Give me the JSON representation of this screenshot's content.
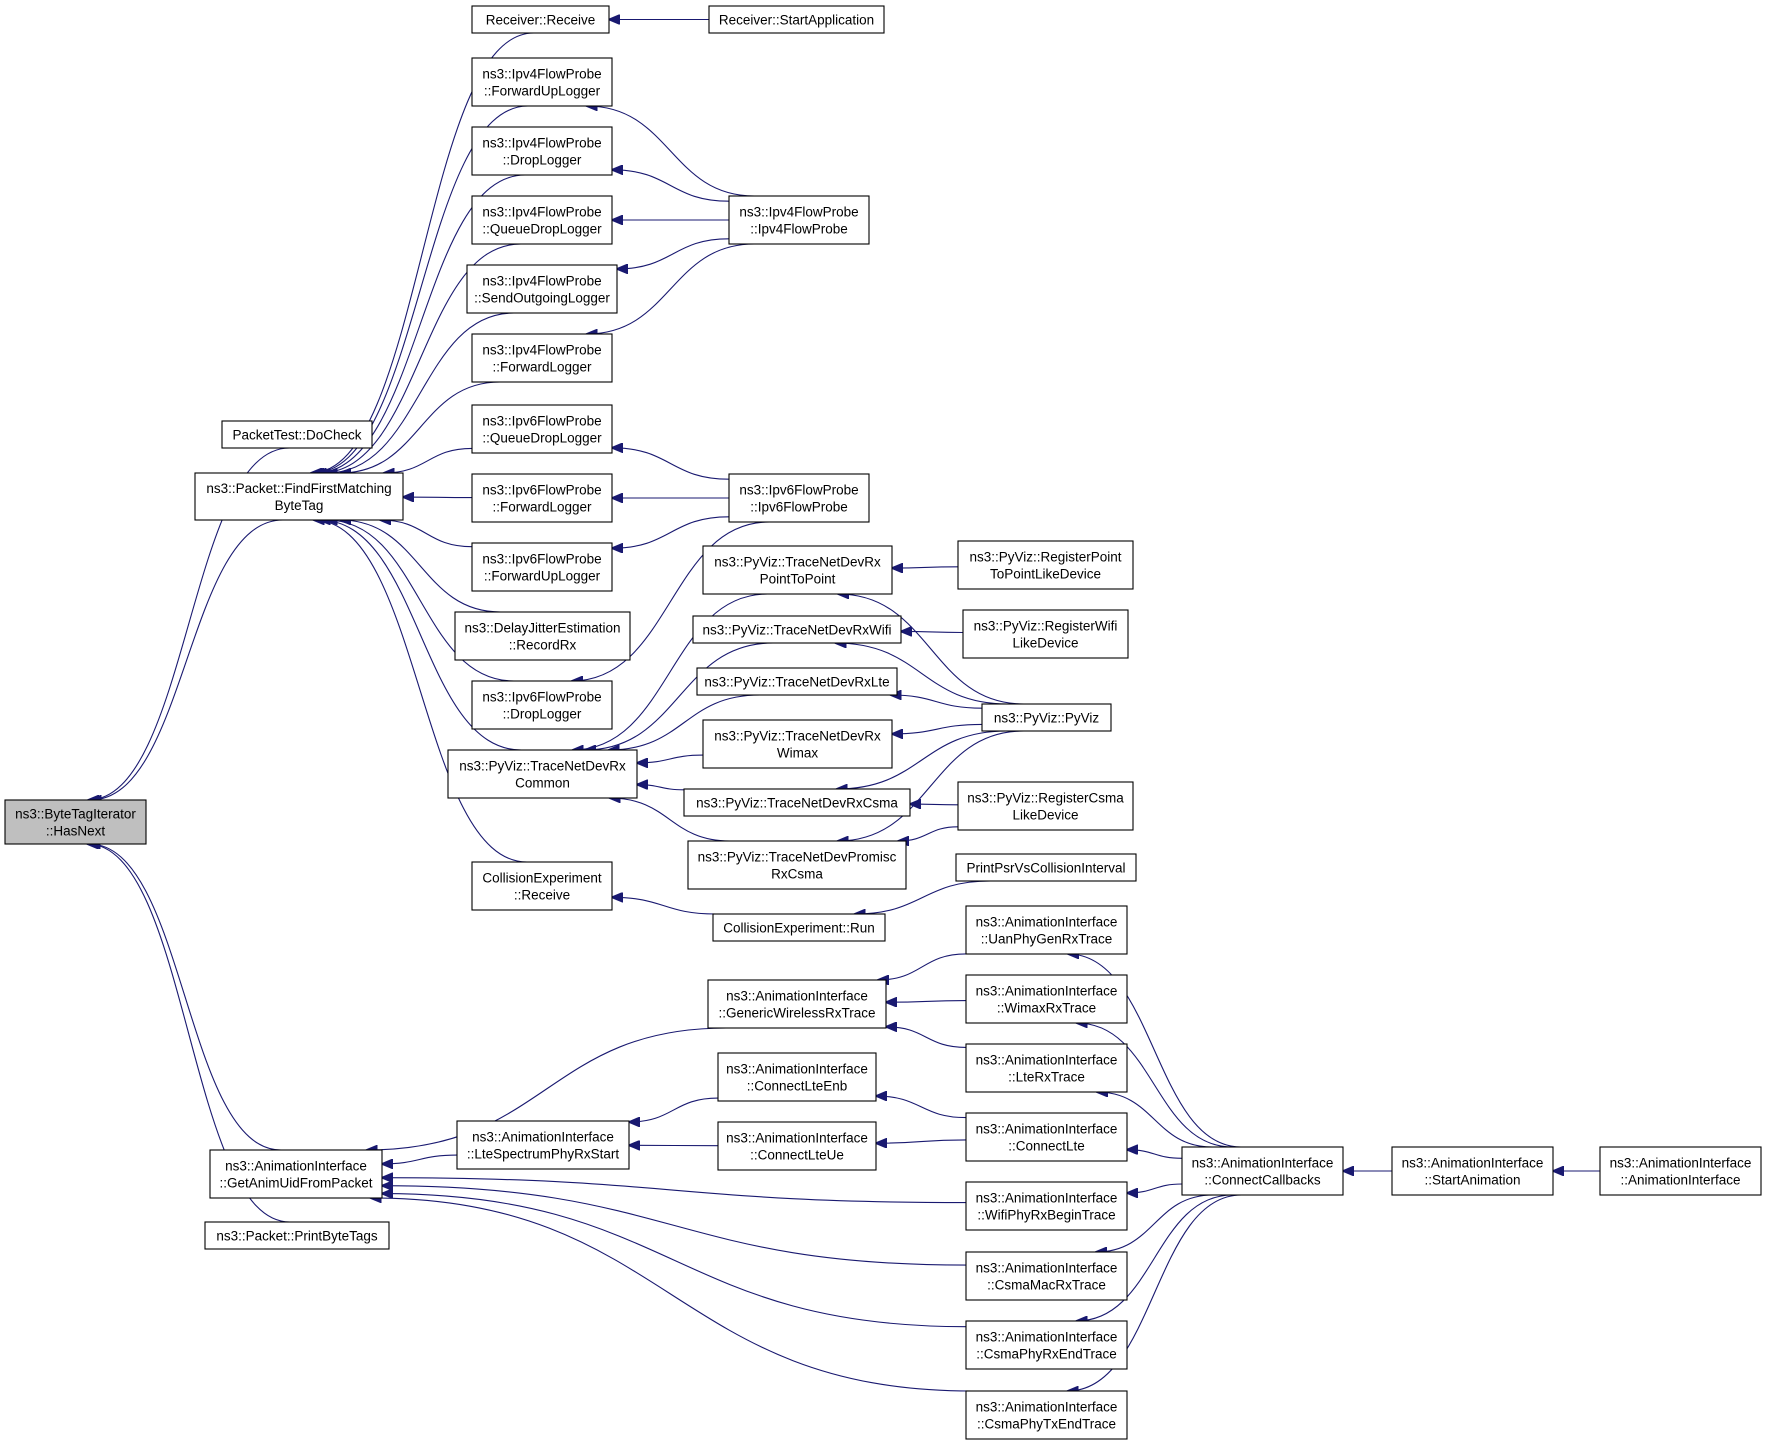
{
  "diagram": {
    "type": "call-graph",
    "direction": "callers-of-root",
    "root": "root",
    "nodes": [
      {
        "id": "root",
        "lines": [
          "ns3::ByteTagIterator",
          "::HasNext"
        ],
        "highlighted": true
      },
      {
        "id": "packettest",
        "lines": [
          "PacketTest::DoCheck"
        ]
      },
      {
        "id": "ffmbt",
        "lines": [
          "ns3::Packet::FindFirstMatching",
          "ByteTag"
        ]
      },
      {
        "id": "getanim",
        "lines": [
          "ns3::AnimationInterface",
          "::GetAnimUidFromPacket"
        ]
      },
      {
        "id": "printbt",
        "lines": [
          "ns3::Packet::PrintByteTags"
        ]
      },
      {
        "id": "recv_receive",
        "lines": [
          "Receiver::Receive"
        ]
      },
      {
        "id": "recv_start",
        "lines": [
          "Receiver::StartApplication"
        ]
      },
      {
        "id": "ip4_fwdup",
        "lines": [
          "ns3::Ipv4FlowProbe",
          "::ForwardUpLogger"
        ]
      },
      {
        "id": "ip4_drop",
        "lines": [
          "ns3::Ipv4FlowProbe",
          "::DropLogger"
        ]
      },
      {
        "id": "ip4_qdrop",
        "lines": [
          "ns3::Ipv4FlowProbe",
          "::QueueDropLogger"
        ]
      },
      {
        "id": "ip4_send",
        "lines": [
          "ns3::Ipv4FlowProbe",
          "::SendOutgoingLogger"
        ]
      },
      {
        "id": "ip4_fwd",
        "lines": [
          "ns3::Ipv4FlowProbe",
          "::ForwardLogger"
        ]
      },
      {
        "id": "ip4_ctor",
        "lines": [
          "ns3::Ipv4FlowProbe",
          "::Ipv4FlowProbe"
        ]
      },
      {
        "id": "ip6_qdrop",
        "lines": [
          "ns3::Ipv6FlowProbe",
          "::QueueDropLogger"
        ]
      },
      {
        "id": "ip6_fwd",
        "lines": [
          "ns3::Ipv6FlowProbe",
          "::ForwardLogger"
        ]
      },
      {
        "id": "ip6_fwdup",
        "lines": [
          "ns3::Ipv6FlowProbe",
          "::ForwardUpLogger"
        ]
      },
      {
        "id": "ip6_ctor",
        "lines": [
          "ns3::Ipv6FlowProbe",
          "::Ipv6FlowProbe"
        ]
      },
      {
        "id": "delay",
        "lines": [
          "ns3::DelayJitterEstimation",
          "::RecordRx"
        ]
      },
      {
        "id": "ip6_drop",
        "lines": [
          "ns3::Ipv6FlowProbe",
          "::DropLogger"
        ]
      },
      {
        "id": "tndrc",
        "lines": [
          "ns3::PyViz::TraceNetDevRx",
          "Common"
        ]
      },
      {
        "id": "coll_recv",
        "lines": [
          "CollisionExperiment",
          "::Receive"
        ]
      },
      {
        "id": "tnd_p2p",
        "lines": [
          "ns3::PyViz::TraceNetDevRx",
          "PointToPoint"
        ]
      },
      {
        "id": "tnd_wifi",
        "lines": [
          "ns3::PyViz::TraceNetDevRxWifi"
        ]
      },
      {
        "id": "tnd_lte",
        "lines": [
          "ns3::PyViz::TraceNetDevRxLte"
        ]
      },
      {
        "id": "tnd_wimax",
        "lines": [
          "ns3::PyViz::TraceNetDevRx",
          "Wimax"
        ]
      },
      {
        "id": "tnd_csma",
        "lines": [
          "ns3::PyViz::TraceNetDevRxCsma"
        ]
      },
      {
        "id": "tnd_promisc",
        "lines": [
          "ns3::PyViz::TraceNetDevPromisc",
          "RxCsma"
        ]
      },
      {
        "id": "reg_p2p",
        "lines": [
          "ns3::PyViz::RegisterPoint",
          "ToPointLikeDevice"
        ]
      },
      {
        "id": "reg_wifi",
        "lines": [
          "ns3::PyViz::RegisterWifi",
          "LikeDevice"
        ]
      },
      {
        "id": "pyviz",
        "lines": [
          "ns3::PyViz::PyViz"
        ]
      },
      {
        "id": "reg_csma",
        "lines": [
          "ns3::PyViz::RegisterCsma",
          "LikeDevice"
        ]
      },
      {
        "id": "printpsr",
        "lines": [
          "PrintPsrVsCollisionInterval"
        ]
      },
      {
        "id": "coll_run",
        "lines": [
          "CollisionExperiment::Run"
        ]
      },
      {
        "id": "gwrx",
        "lines": [
          "ns3::AnimationInterface",
          "::GenericWirelessRxTrace"
        ]
      },
      {
        "id": "ltespec",
        "lines": [
          "ns3::AnimationInterface",
          "::LteSpectrumPhyRxStart"
        ]
      },
      {
        "id": "clte_enb",
        "lines": [
          "ns3::AnimationInterface",
          "::ConnectLteEnb"
        ]
      },
      {
        "id": "clte_ue",
        "lines": [
          "ns3::AnimationInterface",
          "::ConnectLteUe"
        ]
      },
      {
        "id": "uan",
        "lines": [
          "ns3::AnimationInterface",
          "::UanPhyGenRxTrace"
        ]
      },
      {
        "id": "wimax",
        "lines": [
          "ns3::AnimationInterface",
          "::WimaxRxTrace"
        ]
      },
      {
        "id": "ltertx",
        "lines": [
          "ns3::AnimationInterface",
          "::LteRxTrace"
        ]
      },
      {
        "id": "clte",
        "lines": [
          "ns3::AnimationInterface",
          "::ConnectLte"
        ]
      },
      {
        "id": "wifiphy",
        "lines": [
          "ns3::AnimationInterface",
          "::WifiPhyRxBeginTrace"
        ]
      },
      {
        "id": "csmamac",
        "lines": [
          "ns3::AnimationInterface",
          "::CsmaMacRxTrace"
        ]
      },
      {
        "id": "csmarx",
        "lines": [
          "ns3::AnimationInterface",
          "::CsmaPhyRxEndTrace"
        ]
      },
      {
        "id": "csmatx",
        "lines": [
          "ns3::AnimationInterface",
          "::CsmaPhyTxEndTrace"
        ]
      },
      {
        "id": "connectcb",
        "lines": [
          "ns3::AnimationInterface",
          "::ConnectCallbacks"
        ]
      },
      {
        "id": "startanim",
        "lines": [
          "ns3::AnimationInterface",
          "::StartAnimation"
        ]
      },
      {
        "id": "animctor",
        "lines": [
          "ns3::AnimationInterface",
          "::AnimationInterface"
        ]
      }
    ],
    "edges": [
      [
        "packettest",
        "root"
      ],
      [
        "ffmbt",
        "root"
      ],
      [
        "getanim",
        "root"
      ],
      [
        "printbt",
        "root"
      ],
      [
        "recv_receive",
        "ffmbt"
      ],
      [
        "ip4_fwdup",
        "ffmbt"
      ],
      [
        "ip4_drop",
        "ffmbt"
      ],
      [
        "ip4_qdrop",
        "ffmbt"
      ],
      [
        "ip4_send",
        "ffmbt"
      ],
      [
        "ip4_fwd",
        "ffmbt"
      ],
      [
        "ip6_qdrop",
        "ffmbt"
      ],
      [
        "ip6_fwd",
        "ffmbt"
      ],
      [
        "ip6_fwdup",
        "ffmbt"
      ],
      [
        "delay",
        "ffmbt"
      ],
      [
        "ip6_drop",
        "ffmbt"
      ],
      [
        "tndrc",
        "ffmbt"
      ],
      [
        "coll_recv",
        "ffmbt"
      ],
      [
        "recv_start",
        "recv_receive"
      ],
      [
        "ip4_ctor",
        "ip4_fwdup"
      ],
      [
        "ip4_ctor",
        "ip4_drop"
      ],
      [
        "ip4_ctor",
        "ip4_qdrop"
      ],
      [
        "ip4_ctor",
        "ip4_send"
      ],
      [
        "ip4_ctor",
        "ip4_fwd"
      ],
      [
        "ip6_ctor",
        "ip6_qdrop"
      ],
      [
        "ip6_ctor",
        "ip6_fwd"
      ],
      [
        "ip6_ctor",
        "ip6_fwdup"
      ],
      [
        "ip6_ctor",
        "ip6_drop"
      ],
      [
        "tnd_p2p",
        "tndrc"
      ],
      [
        "tnd_wifi",
        "tndrc"
      ],
      [
        "tnd_lte",
        "tndrc"
      ],
      [
        "tnd_wimax",
        "tndrc"
      ],
      [
        "tnd_csma",
        "tndrc"
      ],
      [
        "tnd_promisc",
        "tndrc"
      ],
      [
        "reg_p2p",
        "tnd_p2p"
      ],
      [
        "reg_wifi",
        "tnd_wifi"
      ],
      [
        "reg_csma",
        "tnd_csma"
      ],
      [
        "pyviz",
        "tnd_p2p"
      ],
      [
        "pyviz",
        "tnd_wifi"
      ],
      [
        "pyviz",
        "tnd_lte"
      ],
      [
        "pyviz",
        "tnd_wimax"
      ],
      [
        "pyviz",
        "tnd_csma"
      ],
      [
        "pyviz",
        "tnd_promisc"
      ],
      [
        "reg_csma",
        "tnd_promisc"
      ],
      [
        "coll_run",
        "coll_recv"
      ],
      [
        "printpsr",
        "coll_run"
      ],
      [
        "gwrx",
        "getanim"
      ],
      [
        "ltespec",
        "getanim"
      ],
      [
        "wifiphy",
        "getanim"
      ],
      [
        "csmamac",
        "getanim"
      ],
      [
        "csmarx",
        "getanim"
      ],
      [
        "csmatx",
        "getanim"
      ],
      [
        "uan",
        "gwrx"
      ],
      [
        "wimax",
        "gwrx"
      ],
      [
        "ltertx",
        "gwrx"
      ],
      [
        "clte_enb",
        "ltespec"
      ],
      [
        "clte_ue",
        "ltespec"
      ],
      [
        "clte",
        "clte_enb"
      ],
      [
        "clte",
        "clte_ue"
      ],
      [
        "connectcb",
        "uan"
      ],
      [
        "connectcb",
        "wimax"
      ],
      [
        "connectcb",
        "ltertx"
      ],
      [
        "connectcb",
        "clte"
      ],
      [
        "connectcb",
        "wifiphy"
      ],
      [
        "connectcb",
        "csmamac"
      ],
      [
        "connectcb",
        "csmarx"
      ],
      [
        "connectcb",
        "csmatx"
      ],
      [
        "startanim",
        "connectcb"
      ],
      [
        "animctor",
        "startanim"
      ]
    ]
  }
}
